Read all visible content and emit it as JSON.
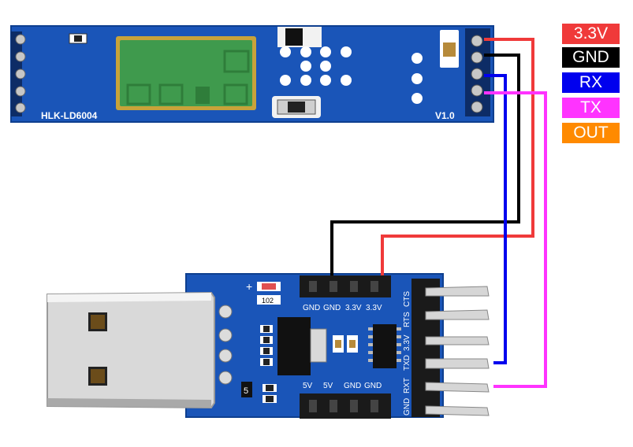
{
  "legend": [
    {
      "label": "3.3V",
      "color": "#f03a3a"
    },
    {
      "label": "GND",
      "color": "#000000"
    },
    {
      "label": "RX",
      "color": "#0000ee"
    },
    {
      "label": "TX",
      "color": "#ff33ff"
    },
    {
      "label": "OUT",
      "color": "#ff8a00"
    }
  ],
  "radar_module": {
    "model": "HLK-LD6004",
    "version": "V1.0"
  },
  "usb_adapter": {
    "top_header_labels": [
      "GND",
      "GND",
      "3.3V",
      "3.3V"
    ],
    "right_header_labels": [
      "GND",
      "RXT",
      "TXD",
      "3.3V",
      "RTS",
      "CTS"
    ],
    "bottom_header_labels": [
      "5V",
      "5V",
      "GND",
      "GND"
    ],
    "resistor_code": "102",
    "chip_mark": "5"
  },
  "wire_colors": {
    "red": "#f03a3a",
    "black": "#000000",
    "blue": "#0000ee",
    "magenta": "#ff33ff"
  }
}
